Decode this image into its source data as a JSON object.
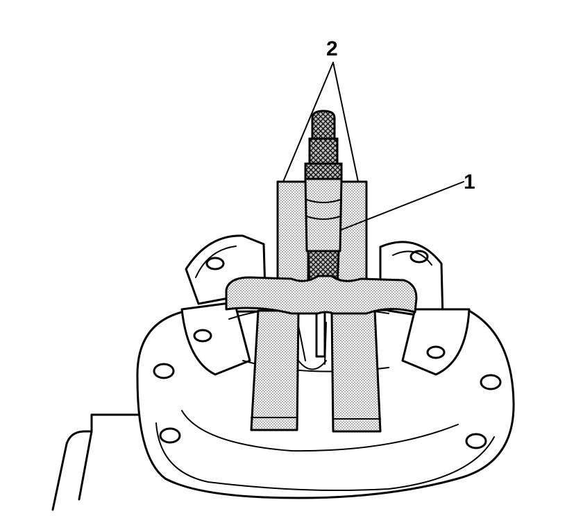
{
  "callouts": [
    {
      "label": "1",
      "name": "callout-1"
    },
    {
      "label": "2",
      "name": "callout-2"
    }
  ],
  "colors": {
    "line": "#000000",
    "background": "#ffffff",
    "shade": "#8a8a8a"
  }
}
